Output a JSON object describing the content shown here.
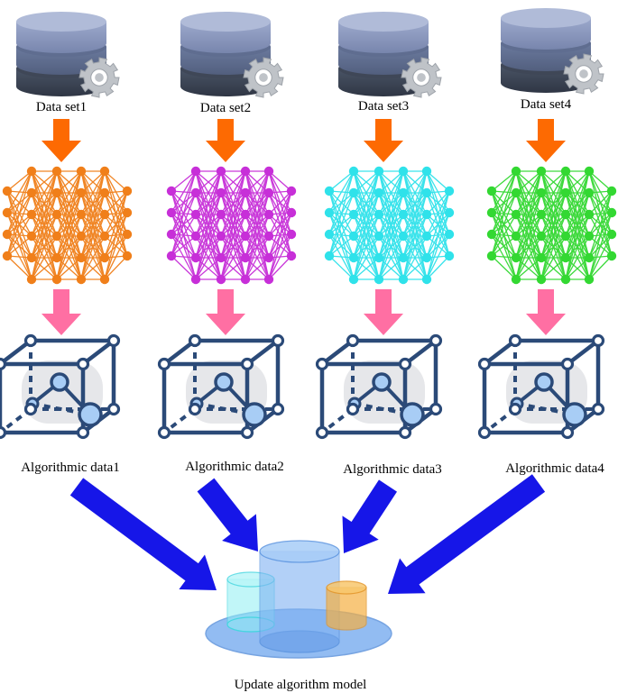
{
  "columns": [
    {
      "dataset_label": "Data set1",
      "algo_label": "Algorithmic data1",
      "network_color": "#f07f1a"
    },
    {
      "dataset_label": "Data set2",
      "algo_label": "Algorithmic data2",
      "network_color": "#c72fd8"
    },
    {
      "dataset_label": "Data set3",
      "algo_label": "Algorithmic data3",
      "network_color": "#2fe2ea"
    },
    {
      "dataset_label": "Data set4",
      "algo_label": "Algorithmic data4",
      "network_color": "#33d832"
    }
  ],
  "output_label": "Update algorithm model",
  "colors": {
    "arrow_orange": "#fd6a02",
    "arrow_pink": "#ff6fa3",
    "arrow_blue": "#1616e8",
    "cube_stroke": "#2b4a78",
    "node_fill": "#a8cdf5",
    "db_top": "#7b8cb5",
    "db_mid": "#5a6a8c",
    "db_bottom": "#3c4556",
    "gear": "#bfc3c8"
  },
  "icons": [
    "database-gear-icon",
    "neural-network-icon",
    "cube-graph-icon",
    "cylinders-model-icon"
  ]
}
